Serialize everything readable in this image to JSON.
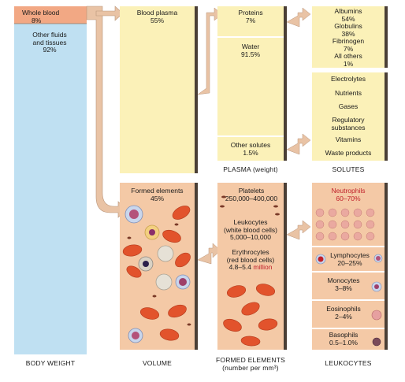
{
  "body_weight": {
    "whole_blood": [
      "Whole blood",
      "8%"
    ],
    "other": [
      "Other fluids",
      "and tissues",
      "92%"
    ],
    "label": "BODY WEIGHT"
  },
  "volume": {
    "plasma": [
      "Blood plasma",
      "55%"
    ],
    "formed": [
      "Formed elements",
      "45%"
    ],
    "label": "VOLUME"
  },
  "plasma": {
    "proteins": [
      "Proteins",
      "7%"
    ],
    "water": [
      "Water",
      "91.5%"
    ],
    "other_solutes": [
      "Other solutes",
      "1.5%"
    ],
    "label": "PLASMA (weight)"
  },
  "formed": {
    "platelets": [
      "Platelets",
      "250,000–400,000"
    ],
    "leukocytes": [
      "Leukocytes",
      "(white blood cells)",
      "5,000–10,000"
    ],
    "erythrocytes": [
      "Erythrocytes",
      "(red blood cells)",
      "4.8–5.4",
      "million"
    ],
    "label": [
      "FORMED ELEMENTS",
      "(number per mm³)"
    ]
  },
  "solutes": {
    "proteins": [
      "Albumins",
      "54%",
      "Globulins",
      "38%",
      "Fibrinogen",
      "7%",
      "All others",
      "1%"
    ],
    "items": [
      "Electrolytes",
      "Nutrients",
      "Gases",
      "Regulatory",
      "substances",
      "Vitamins",
      "Waste products"
    ],
    "label": "SOLUTES"
  },
  "leukocytes": {
    "neutrophils": [
      "Neutrophils",
      "60–70%"
    ],
    "lymphocytes": [
      "Lymphocytes",
      "20–25%"
    ],
    "monocytes": [
      "Monocytes",
      "3–8%"
    ],
    "eosinophils": [
      "Eosinophils",
      "2–4%"
    ],
    "basophils": [
      "Basophils",
      "0.5–1.0%"
    ],
    "label": "LEUKOCYTES"
  },
  "colors": {
    "plasma_yellow": "#fbf1b8",
    "cell_pink": "#f4c9a6",
    "blood_red": "#e2532c",
    "body_blue": "#bfe0f2",
    "highlight_red": "#c0202a"
  }
}
